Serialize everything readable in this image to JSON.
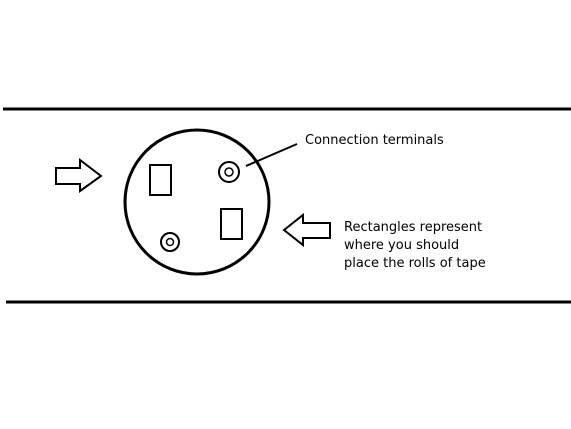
{
  "diagram": {
    "annotations": {
      "terminals": "Connection terminals",
      "rectangles_line1": "Rectangles represent",
      "rectangles_line2": "where you should",
      "rectangles_line3": "place the rolls of tape"
    },
    "colors": {
      "stroke": "#000000",
      "background": "#ffffff"
    },
    "icons": {
      "left_arrow": "right-arrow-icon",
      "right_arrow": "left-arrow-icon"
    }
  }
}
